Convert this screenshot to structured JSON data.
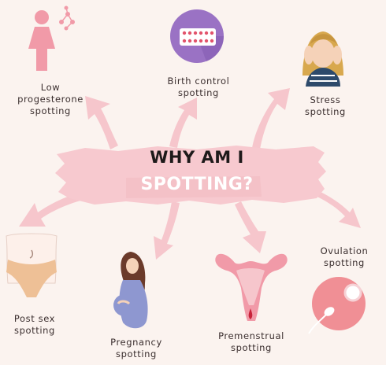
{
  "title": {
    "line1": "WHY AM I",
    "line2": "SPOTTING?"
  },
  "causes": [
    {
      "id": "low-progesterone",
      "label": "Low\nprogesterone\nspotting"
    },
    {
      "id": "birth-control",
      "label": "Birth control\nspotting"
    },
    {
      "id": "stress",
      "label": "Stress\nspotting"
    },
    {
      "id": "post-sex",
      "label": "Post sex\nspotting"
    },
    {
      "id": "pregnancy",
      "label": "Pregnancy\nspotting"
    },
    {
      "id": "premenstrual",
      "label": "Premenstrual\nspotting"
    },
    {
      "id": "ovulation",
      "label": "Ovulation\nspotting"
    }
  ],
  "colors": {
    "background": "#fbf3ef",
    "arrow": "#f6c6cc",
    "banner": "#f7c9cf",
    "accent_purple": "#9a72c4",
    "accent_pink": "#f19aa8"
  }
}
